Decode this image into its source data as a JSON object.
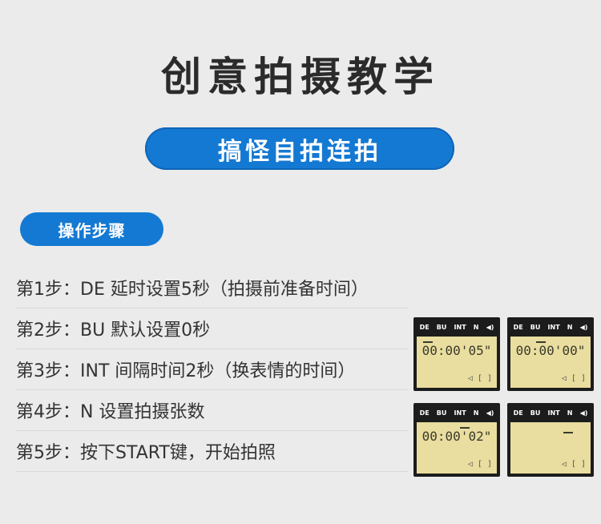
{
  "page": {
    "title": "创意拍摄教学",
    "subtitle": "搞怪自拍连拍",
    "section_label": "操作步骤"
  },
  "steps": [
    {
      "text": "第1步：DE 延时设置5秒（拍摄前准备时间）"
    },
    {
      "text": "第2步：BU 默认设置0秒"
    },
    {
      "text": "第3步：INT 间隔时间2秒（换表情的时间）"
    },
    {
      "text": "第4步：N 设置拍摄张数"
    },
    {
      "text": "第5步：按下START键，开始拍照"
    }
  ],
  "displays": [
    {
      "labels": [
        "DE",
        "BU",
        "INT",
        "N",
        "◀)"
      ],
      "digits": "00:00'05\"",
      "footer": "◁ [    ]"
    },
    {
      "labels": [
        "DE",
        "BU",
        "INT",
        "N",
        "◀)"
      ],
      "digits": "00:00'00\"",
      "footer": "◁ [    ]"
    },
    {
      "labels": [
        "DE",
        "BU",
        "INT",
        "N",
        "◀)"
      ],
      "digits": "00:00'02\"",
      "footer": "◁ [    ]"
    },
    {
      "labels": [
        "DE",
        "BU",
        "INT",
        "N",
        "◀)"
      ],
      "digits": "",
      "footer": "◁ [    ]"
    }
  ],
  "colors": {
    "accent": "#1479d2",
    "background": "#ebebeb",
    "lcd": "#e9dda0"
  }
}
